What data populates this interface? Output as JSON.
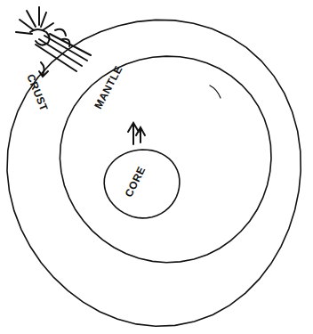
{
  "diagram": {
    "nodes": [
      {
        "text": [
          "CRUST"
        ]
      },
      {
        "text": [
          "MANTLE"
        ],
        "in": 0
      },
      {
        "text": [
          "CORE"
        ],
        "in": 1
      }
    ]
  }
}
